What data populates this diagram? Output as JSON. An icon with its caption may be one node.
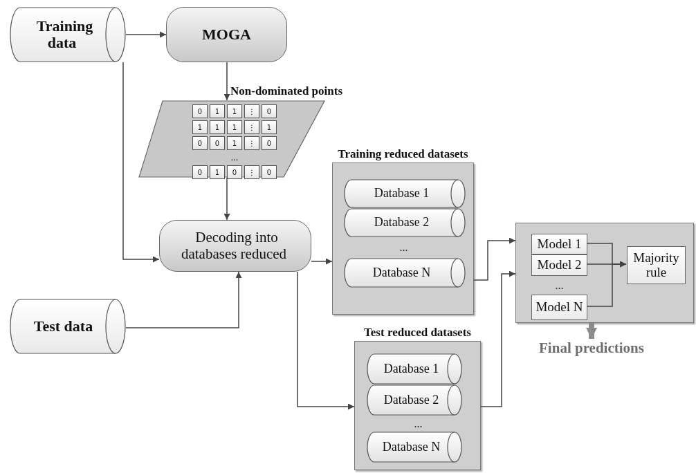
{
  "diagram": {
    "nodes": [
      {
        "text": [
          "Training data"
        ]
      },
      {
        "text": [
          "MOGA"
        ]
      },
      {
        "text": [
          "Non-dominated points",
          "0",
          "1",
          "1",
          "⋮",
          "0",
          "1",
          "1",
          "1",
          "⋮",
          "1",
          "0",
          "0",
          "1",
          "⋮",
          "0",
          "...",
          "0",
          "1",
          "0",
          "⋮",
          "0"
        ]
      },
      {
        "text": [
          "Decoding into databases reduced"
        ]
      },
      {
        "text": [
          "Test data"
        ]
      },
      {
        "text": [
          "Training reduced datasets",
          "..."
        ]
      },
      {
        "text": [
          "Database 1"
        ],
        "in": 5
      },
      {
        "text": [
          "Database 2"
        ],
        "in": 5
      },
      {
        "text": [
          "Database N"
        ],
        "in": 5
      },
      {
        "text": [
          "Test reduced datasets",
          "..."
        ]
      },
      {
        "text": [
          "Database 1"
        ],
        "in": 9
      },
      {
        "text": [
          "Database 2"
        ],
        "in": 9
      },
      {
        "text": [
          "Database N"
        ],
        "in": 9
      },
      {
        "text": [
          "..."
        ]
      },
      {
        "text": [
          "Model 1"
        ],
        "in": 13
      },
      {
        "text": [
          "Model 2"
        ],
        "in": 13
      },
      {
        "text": [
          "Model N"
        ],
        "in": 13
      },
      {
        "text": [
          "Majority rule"
        ],
        "in": 13
      },
      {
        "text": [
          "Final predictions"
        ]
      }
    ],
    "edges": [
      {
        "from": 0,
        "to": 1,
        "arrow": "to"
      },
      {
        "from": 1,
        "to": 2,
        "arrow": "to"
      },
      {
        "from": 2,
        "to": 3,
        "arrow": "to"
      },
      {
        "from": 0,
        "to": 3,
        "arrow": "to"
      },
      {
        "from": 4,
        "to": 3,
        "arrow": "to"
      },
      {
        "from": 3,
        "to": 5,
        "arrow": "to"
      },
      {
        "from": 3,
        "to": 9,
        "arrow": "to"
      },
      {
        "from": 5,
        "to": 13,
        "arrow": "to"
      },
      {
        "from": 9,
        "to": 13,
        "arrow": "to"
      },
      {
        "from": 14,
        "to": 17,
        "arrow": "to"
      },
      {
        "from": 15,
        "to": 17,
        "arrow": "to"
      },
      {
        "from": 16,
        "to": 17,
        "arrow": "to"
      },
      {
        "from": 13,
        "to": 18,
        "arrow": "to",
        "style": "thick",
        "color": "#8c8c8c"
      }
    ]
  }
}
